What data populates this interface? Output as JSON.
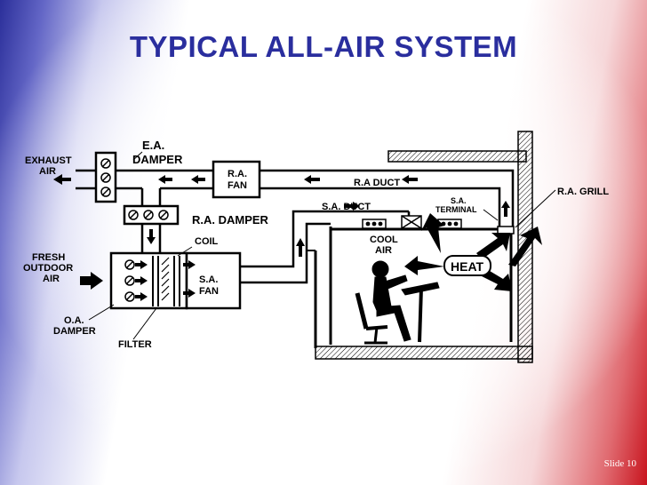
{
  "slide": {
    "title": "TYPICAL ALL-AIR SYSTEM",
    "slide_number": "Slide 10",
    "title_color": "#2a2e9e"
  },
  "labels": {
    "exhaust_air": [
      "EXHAUST",
      "AIR"
    ],
    "ea_damper": [
      "E.A.",
      "DAMPER"
    ],
    "ra_fan": [
      "R.A.",
      "FAN"
    ],
    "ra_duct": "R.A DUCT",
    "ra_grill": "R.A. GRILL",
    "sa_duct": "S.A. DUCT",
    "sa_terminal": [
      "S.A.",
      "TERMINAL"
    ],
    "ra_damper": "R.A. DAMPER",
    "coil": "COIL",
    "cool_air": [
      "COOL",
      "AIR"
    ],
    "fresh_outdoor_air": [
      "FRESH",
      "OUTDOOR",
      "AIR"
    ],
    "heat": "HEAT",
    "sa_fan": [
      "S.A.",
      "FAN"
    ],
    "oa_damper": [
      "O.A.",
      "DAMPER"
    ],
    "filter": "FILTER"
  },
  "icons": [
    "damper-icon",
    "fan-icon",
    "diffuser-icon",
    "person-icon",
    "arrow-icon"
  ]
}
